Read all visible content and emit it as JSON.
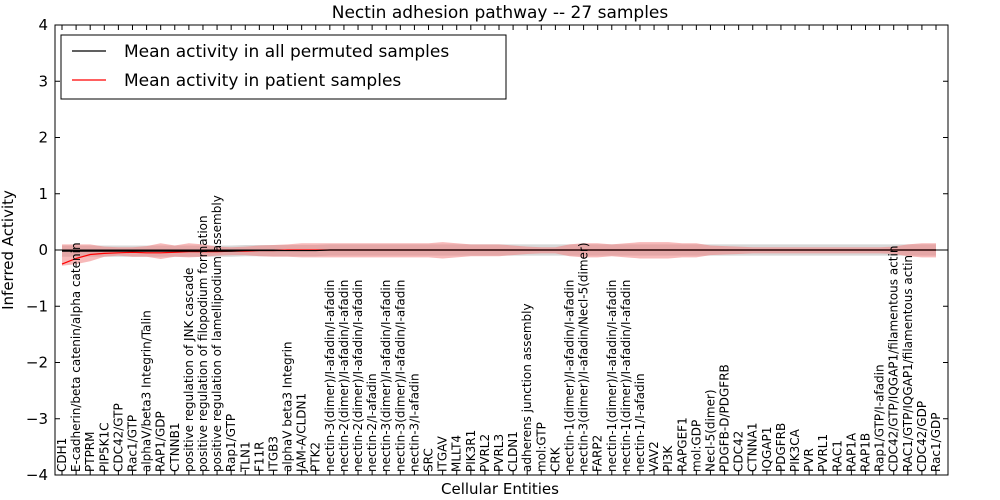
{
  "chart_data": {
    "type": "line",
    "title": "Nectin adhesion pathway -- 27 samples",
    "xlabel": "Cellular Entities",
    "ylabel": "Inferred Activity",
    "ylim": [
      -4,
      4
    ],
    "yticks": [
      "4",
      "3",
      "2",
      "1",
      "0",
      "−1",
      "−2",
      "−3",
      "−4"
    ],
    "grid": false,
    "legend_position": "top-left",
    "categories": [
      "CDH1",
      "E-cadherin/beta catenin/alpha catenin",
      "PTPRM",
      "PIP5K1C",
      "CDC42/GTP",
      "Rac1/GTP",
      "alphaV/beta3 Integrin/Talin",
      "RAP1/GDP",
      "CTNNB1",
      "positive regulation of JNK cascade",
      "positive regulation of filopodium formation",
      "positive regulation of lamellipodium assembly",
      "Rap1/GTP",
      "TLN1",
      "F11R",
      "ITGB3",
      "alphaV beta3 Integrin",
      "JAM-A/CLDN1",
      "PTK2",
      "nectin-3(dimer)/I-afadin/I-afadin",
      "nectin-2(dimer)/I-afadin/I-afadin",
      "nectin-2(dimer)/I-afadin/I-afadin",
      "nectin-2/I-afadin",
      "nectin-3(dimer)/I-afadin/I-afadin",
      "nectin-3(dimer)/I-afadin/I-afadin",
      "nectin-3/I-afadin",
      "SRC",
      "ITGAV",
      "MLLT4",
      "PIK3R1",
      "PVRL2",
      "PVRL3",
      "CLDN1",
      "adherens junction assembly",
      "mol:GTP",
      "CRK",
      "nectin-1(dimer)/I-afadin/I-afadin",
      "nectin-3(dimer)/I-afadin/Necl-5(dimer)",
      "FARP2",
      "nectin-1(dimer)/I-afadin/I-afadin",
      "nectin-1(dimer)/I-afadin/I-afadin",
      "nectin-1/I-afadin",
      "VAV2",
      "PI3K",
      "RAPGEF1",
      "mol:GDP",
      "Necl-5(dimer)",
      "PDGFB-D/PDGFRB",
      "CDC42",
      "CTNNA1",
      "IQGAP1",
      "PDGFRB",
      "PIK3CA",
      "PVR",
      "PVRL1",
      "RAC1",
      "RAP1A",
      "RAP1B",
      "Rap1/GTP/I-afadin",
      "CDC42/GTP/IQGAP1/filamentous actin",
      "RAC1/GTP/IQGAP1/filamentous actin",
      "CDC42/GDP",
      "Rac1/GDP"
    ],
    "series": [
      {
        "name": "Mean activity in all permuted samples",
        "color": "#000000",
        "values": [
          -0.02,
          -0.02,
          -0.02,
          -0.02,
          -0.02,
          -0.02,
          -0.02,
          -0.02,
          -0.02,
          -0.02,
          -0.02,
          -0.02,
          -0.02,
          -0.01,
          -0.01,
          -0.01,
          -0.01,
          -0.01,
          -0.01,
          0.0,
          0.0,
          0.0,
          0.0,
          0.0,
          0.0,
          0.0,
          0.0,
          0.0,
          0.0,
          0.0,
          0.0,
          0.0,
          0.0,
          0.0,
          0.0,
          0.0,
          0.0,
          0.0,
          0.0,
          0.0,
          0.0,
          0.0,
          0.0,
          0.0,
          0.0,
          0.0,
          0.0,
          0.0,
          0.0,
          0.0,
          0.0,
          0.0,
          0.0,
          0.0,
          0.0,
          0.0,
          0.0,
          0.0,
          0.0,
          0.0,
          0.0,
          0.0,
          0.0
        ],
        "band": 0.1,
        "band_color": "#c8c8c8"
      },
      {
        "name": "Mean activity in patient samples",
        "color": "#ff0000",
        "values": [
          -0.25,
          -0.15,
          -0.08,
          -0.06,
          -0.05,
          -0.04,
          -0.05,
          -0.05,
          -0.04,
          -0.03,
          -0.03,
          -0.03,
          -0.02,
          -0.02,
          -0.01,
          -0.01,
          0.0,
          0.0,
          0.0,
          0.0,
          0.0,
          0.0,
          0.0,
          0.0,
          0.0,
          0.0,
          0.0,
          0.0,
          0.0,
          0.0,
          0.0,
          0.0,
          0.0,
          0.0,
          0.0,
          0.0,
          0.0,
          0.0,
          0.0,
          0.0,
          0.0,
          0.0,
          0.0,
          0.0,
          0.0,
          0.0,
          0.0,
          0.0,
          0.0,
          0.0,
          0.0,
          0.0,
          0.0,
          0.0,
          0.0,
          0.0,
          0.0,
          0.0,
          0.0,
          0.0,
          0.0,
          0.0,
          0.0
        ],
        "band_upper": [
          0.1,
          0.1,
          0.1,
          0.06,
          0.05,
          0.05,
          0.07,
          0.12,
          0.08,
          0.12,
          0.1,
          0.06,
          0.05,
          0.06,
          0.08,
          0.09,
          0.1,
          0.12,
          0.12,
          0.12,
          0.12,
          0.12,
          0.12,
          0.12,
          0.12,
          0.12,
          0.12,
          0.14,
          0.12,
          0.1,
          0.1,
          0.1,
          0.08,
          0.06,
          0.05,
          0.05,
          0.1,
          0.12,
          0.12,
          0.1,
          0.12,
          0.14,
          0.14,
          0.14,
          0.12,
          0.12,
          0.08,
          0.07,
          0.06,
          0.05,
          0.05,
          0.05,
          0.05,
          0.05,
          0.05,
          0.05,
          0.05,
          0.05,
          0.05,
          0.06,
          0.1,
          0.12,
          0.12
        ],
        "band_lower": [
          -0.28,
          -0.25,
          -0.2,
          -0.12,
          -0.1,
          -0.12,
          -0.12,
          -0.16,
          -0.12,
          -0.13,
          -0.12,
          -0.1,
          -0.09,
          -0.09,
          -0.11,
          -0.12,
          -0.12,
          -0.13,
          -0.13,
          -0.13,
          -0.13,
          -0.13,
          -0.13,
          -0.13,
          -0.13,
          -0.13,
          -0.13,
          -0.15,
          -0.13,
          -0.11,
          -0.11,
          -0.11,
          -0.09,
          -0.07,
          -0.06,
          -0.06,
          -0.11,
          -0.13,
          -0.13,
          -0.11,
          -0.13,
          -0.15,
          -0.15,
          -0.15,
          -0.13,
          -0.13,
          -0.09,
          -0.08,
          -0.07,
          -0.06,
          -0.06,
          -0.06,
          -0.06,
          -0.06,
          -0.06,
          -0.06,
          -0.06,
          -0.06,
          -0.06,
          -0.07,
          -0.11,
          -0.13,
          -0.13
        ],
        "band_color": "#f08080"
      }
    ]
  }
}
